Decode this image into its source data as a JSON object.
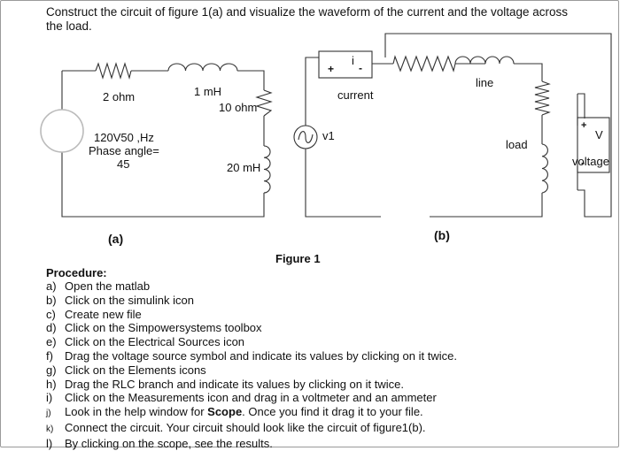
{
  "intro_text": "Construct the circuit of figure 1(a) and visualize the waveform of the current and the voltage across  the load.",
  "figure": {
    "caption": "Figure 1",
    "circuit_a": {
      "label": "(a)",
      "resistor_1": "2 ohm",
      "inductor_1": "1 mH",
      "resistor_2": "10 ohm",
      "inductor_2": "20 mH",
      "source_line_1": "120V50 ,Hz",
      "source_line_2": "Phase angle=",
      "source_line_3": "45"
    },
    "circuit_b": {
      "label": "(b)",
      "ammeter_plus": "+",
      "ammeter_minus": "-",
      "current_symbol": "i",
      "ammeter_label": "current",
      "source_label": "v1",
      "line_label": "line",
      "load_label": "load",
      "voltmeter_plus": "+",
      "voltmeter_symbol": "V",
      "voltmeter_minus": "-",
      "voltmeter_label": "voltage"
    }
  },
  "procedure": {
    "title": "Procedure:",
    "steps": [
      {
        "marker": "a)",
        "text": "Open the matlab"
      },
      {
        "marker": "b)",
        "text": "Click on the simulink icon"
      },
      {
        "marker": "c)",
        "text": "Create new file"
      },
      {
        "marker": "d)",
        "text": "Click on the Simpowersystems toolbox"
      },
      {
        "marker": "e)",
        "text": "Click on the Electrical Sources icon"
      },
      {
        "marker": "f)",
        "text": "Drag the voltage source symbol  and indicate its values by clicking on it twice."
      },
      {
        "marker": "g)",
        "text": "Click on the Elements icons"
      },
      {
        "marker": "h)",
        "text": "Drag the RLC branch and indicate its values by clicking on it twice."
      },
      {
        "marker": "i)",
        "text": "Click on the Measurements icon and drag in a voltmeter and an ammeter"
      },
      {
        "marker": "j)",
        "text_before": "Look in the help window for ",
        "text_bold": "Scope",
        "text_after": ". Once you find it drag it to your file."
      },
      {
        "marker": "k)",
        "text": "Connect the circuit. Your circuit should look like the circuit of figure1(b)."
      },
      {
        "marker": "l)",
        "text": "By clicking on the scope, see the results."
      }
    ]
  }
}
